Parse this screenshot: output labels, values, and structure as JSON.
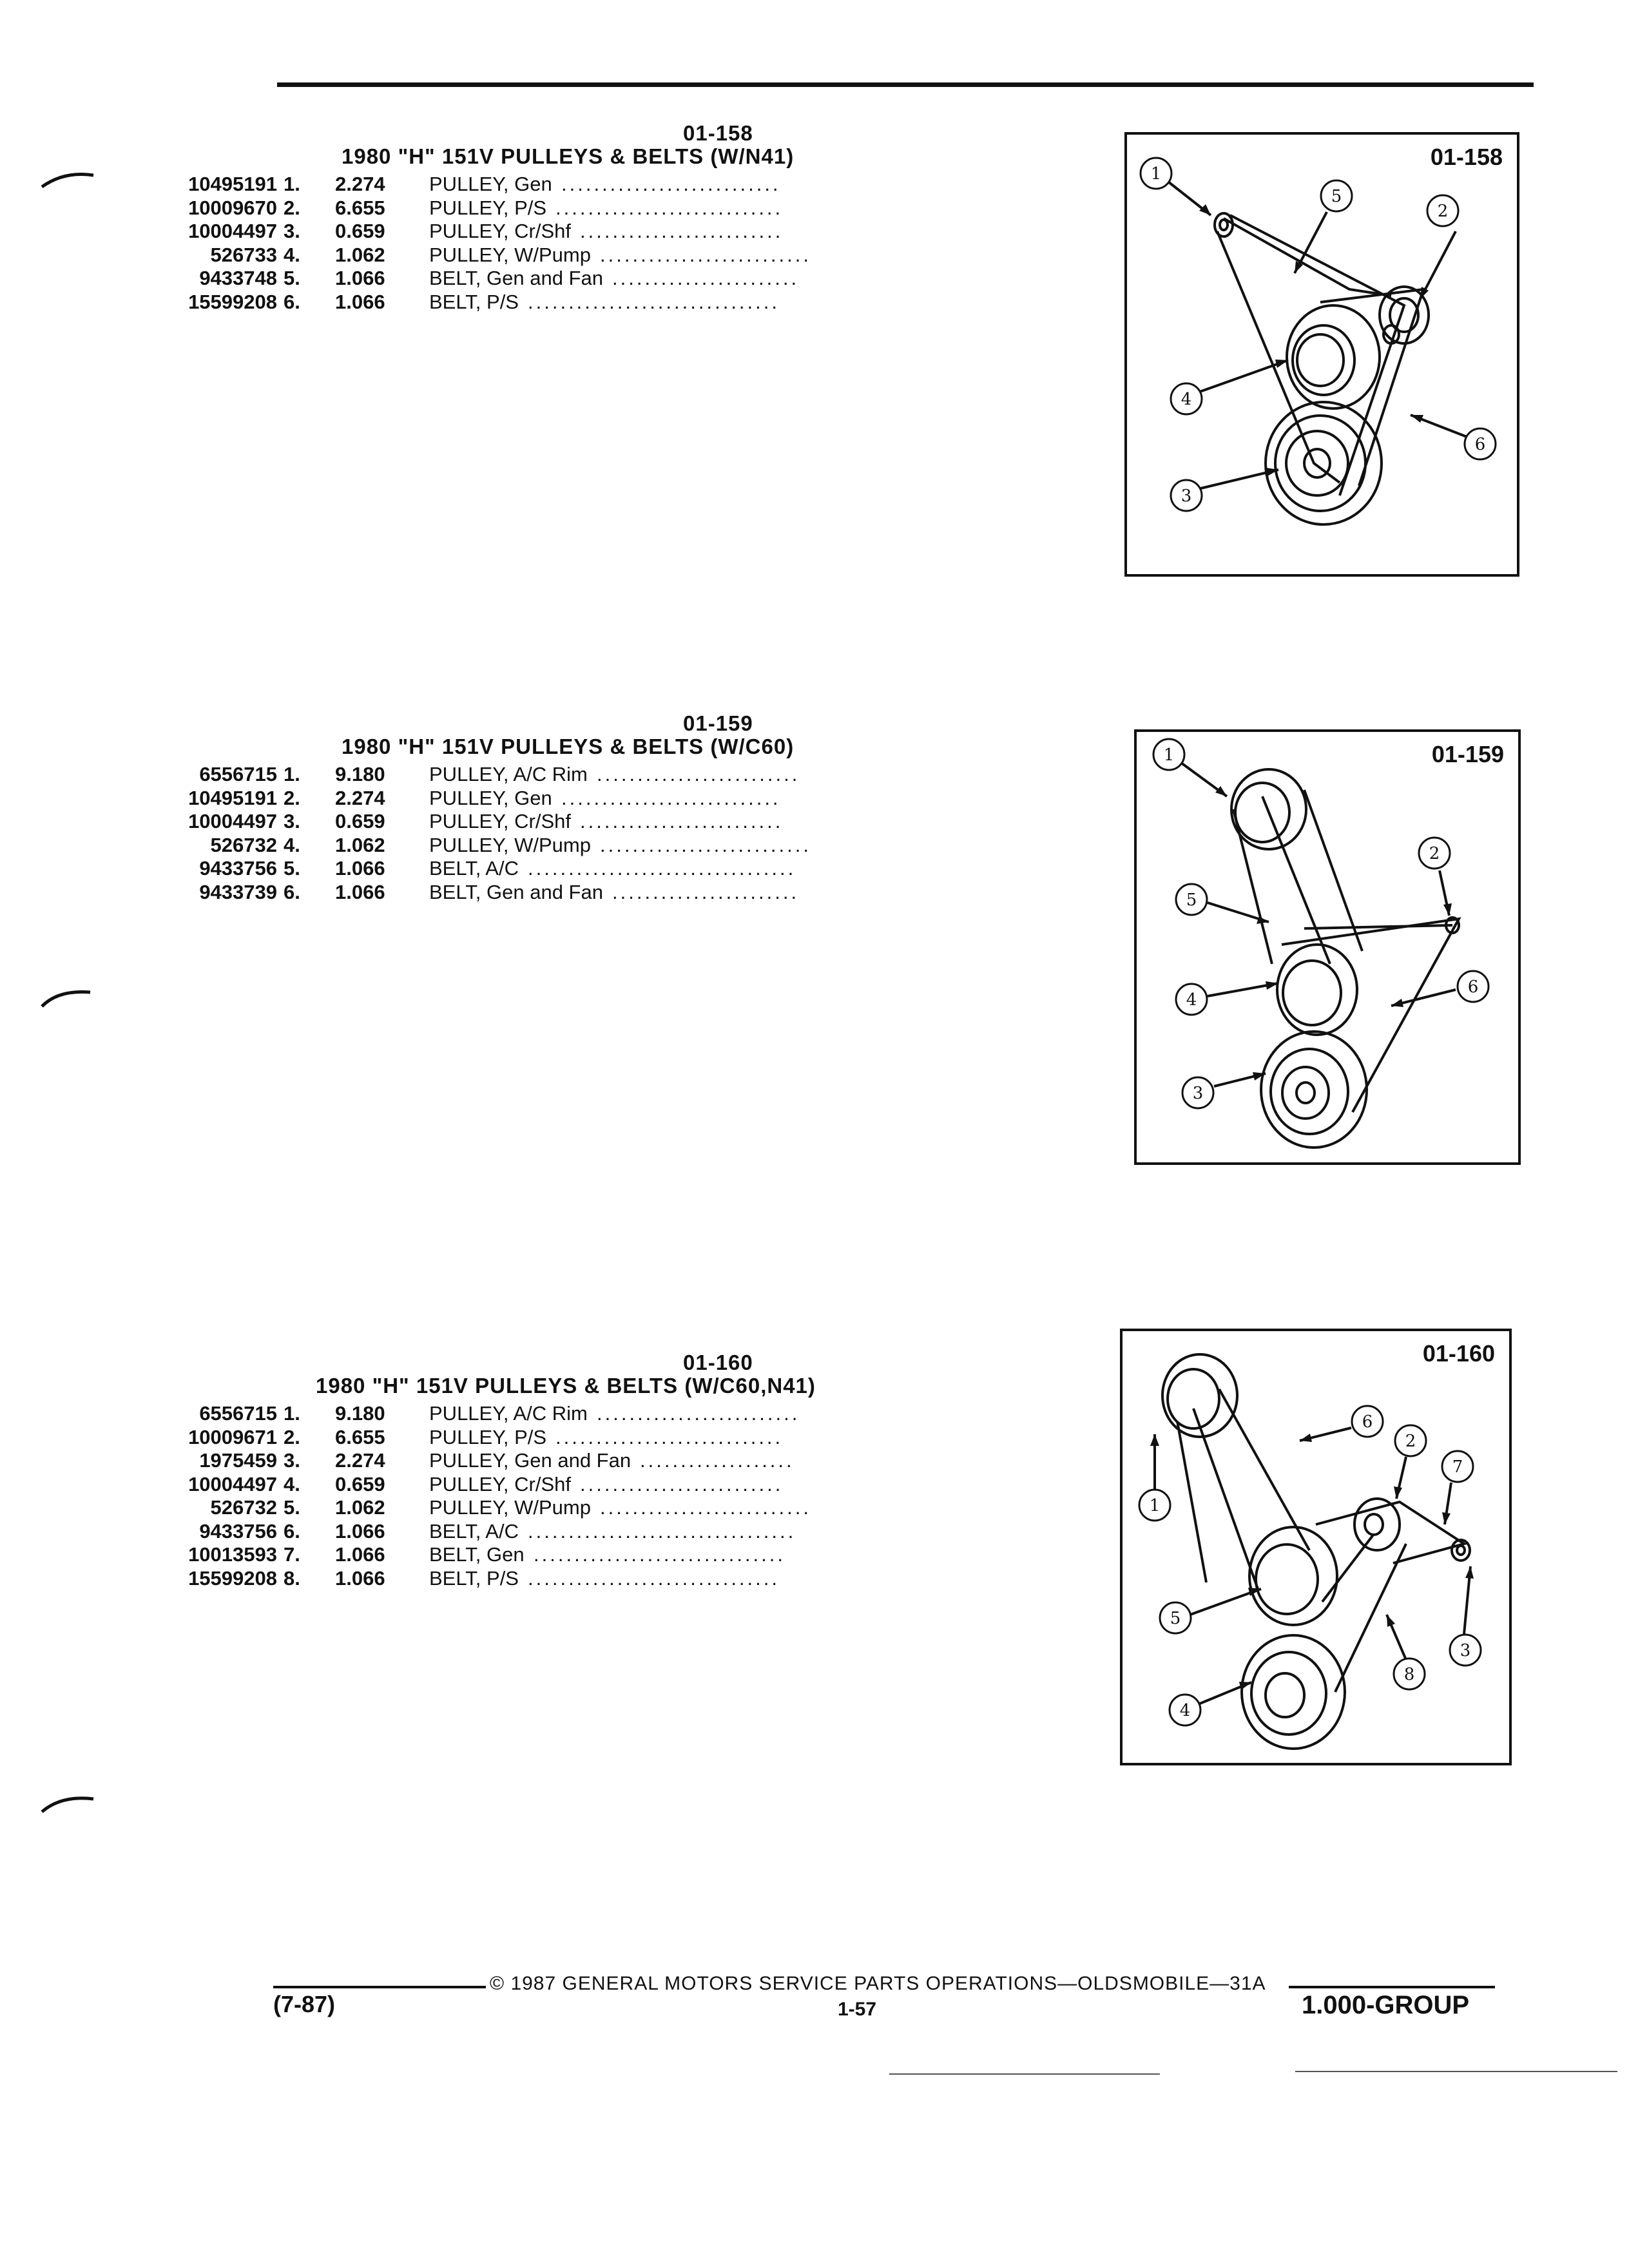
{
  "sections": [
    {
      "code": "01-158",
      "title": "1980 \"H\" 151V PULLEYS & BELTS (W/N41)",
      "items": [
        {
          "num": "1.",
          "qty": "2.274",
          "desc": "PULLEY, Gen",
          "part": "10495191"
        },
        {
          "num": "2.",
          "qty": "6.655",
          "desc": "PULLEY, P/S",
          "part": "10009670"
        },
        {
          "num": "3.",
          "qty": "0.659",
          "desc": "PULLEY, Cr/Shf",
          "part": "10004497"
        },
        {
          "num": "4.",
          "qty": "1.062",
          "desc": "PULLEY, W/Pump",
          "part": "526733"
        },
        {
          "num": "5.",
          "qty": "1.066",
          "desc": "BELT, Gen and Fan",
          "part": "9433748"
        },
        {
          "num": "6.",
          "qty": "1.066",
          "desc": "BELT, P/S",
          "part": "15599208"
        }
      ],
      "figure_code": "01-158",
      "callouts": [
        "1",
        "2",
        "3",
        "4",
        "5",
        "6"
      ]
    },
    {
      "code": "01-159",
      "title": "1980 \"H\" 151V PULLEYS & BELTS (W/C60)",
      "items": [
        {
          "num": "1.",
          "qty": "9.180",
          "desc": "PULLEY, A/C Rim",
          "part": "6556715"
        },
        {
          "num": "2.",
          "qty": "2.274",
          "desc": "PULLEY, Gen",
          "part": "10495191"
        },
        {
          "num": "3.",
          "qty": "0.659",
          "desc": "PULLEY, Cr/Shf",
          "part": "10004497"
        },
        {
          "num": "4.",
          "qty": "1.062",
          "desc": "PULLEY, W/Pump",
          "part": "526732"
        },
        {
          "num": "5.",
          "qty": "1.066",
          "desc": "BELT, A/C",
          "part": "9433756"
        },
        {
          "num": "6.",
          "qty": "1.066",
          "desc": "BELT, Gen and Fan",
          "part": "9433739"
        }
      ],
      "figure_code": "01-159",
      "callouts": [
        "1",
        "2",
        "3",
        "4",
        "5",
        "6"
      ]
    },
    {
      "code": "01-160",
      "title": "1980 \"H\" 151V PULLEYS & BELTS (W/C60,N41)",
      "items": [
        {
          "num": "1.",
          "qty": "9.180",
          "desc": "PULLEY, A/C Rim",
          "part": "6556715"
        },
        {
          "num": "2.",
          "qty": "6.655",
          "desc": "PULLEY, P/S",
          "part": "10009671"
        },
        {
          "num": "3.",
          "qty": "2.274",
          "desc": "PULLEY, Gen and Fan",
          "part": "1975459"
        },
        {
          "num": "4.",
          "qty": "0.659",
          "desc": "PULLEY, Cr/Shf",
          "part": "10004497"
        },
        {
          "num": "5.",
          "qty": "1.062",
          "desc": "PULLEY, W/Pump",
          "part": "526732"
        },
        {
          "num": "6.",
          "qty": "1.066",
          "desc": "BELT, A/C",
          "part": "9433756"
        },
        {
          "num": "7.",
          "qty": "1.066",
          "desc": "BELT, Gen",
          "part": "10013593"
        },
        {
          "num": "8.",
          "qty": "1.066",
          "desc": "BELT, P/S",
          "part": "15599208"
        }
      ],
      "figure_code": "01-160",
      "callouts": [
        "1",
        "2",
        "3",
        "4",
        "5",
        "6",
        "7",
        "8"
      ]
    }
  ],
  "footer": {
    "date": "(7-87)",
    "copyright": "© 1987 GENERAL MOTORS SERVICE PARTS OPERATIONS—OLDSMOBILE—31A",
    "page": "1-57",
    "group": "1.000-GROUP"
  }
}
